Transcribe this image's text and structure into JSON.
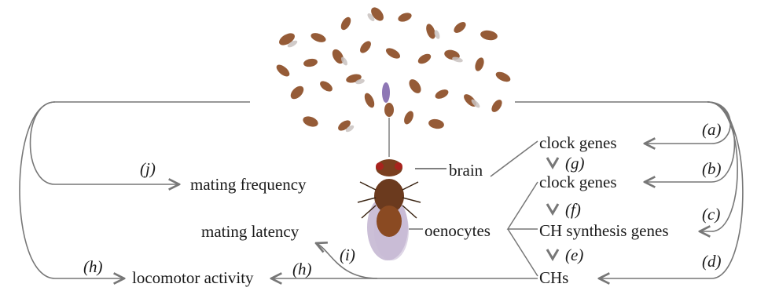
{
  "nodes": {
    "brain": "brain",
    "oenocytes": "oenocytes",
    "clock_genes_brain": "clock genes",
    "clock_genes_oenocytes": "clock genes",
    "ch_synthesis_genes": "CH synthesis genes",
    "chs": "CHs",
    "mating_frequency": "mating frequency",
    "mating_latency": "mating latency",
    "locomotor_activity": "locomotor activity"
  },
  "markers": {
    "a": "(a)",
    "b": "(b)",
    "c": "(c)",
    "d": "(d)",
    "e": "(e)",
    "f": "(f)",
    "g": "(g)",
    "h_left": "(h)",
    "h_bottom": "(h)",
    "i": "(i)",
    "j": "(j)"
  },
  "colors": {
    "line": "#777777",
    "text": "#1a1a1a",
    "fly_body": "#8a4a22",
    "fly_wing": "#b9a9c9"
  },
  "images": {
    "fly_group": "fly-group-illustration",
    "central_fly": "fruit-fly-illustration"
  }
}
